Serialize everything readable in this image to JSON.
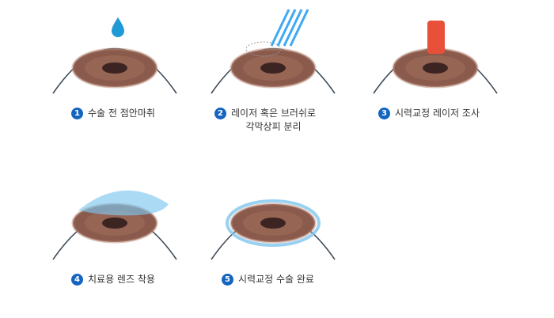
{
  "steps": [
    {
      "number": "1",
      "lines": [
        "수술 전 점안마취"
      ],
      "action": "eye-drop"
    },
    {
      "number": "2",
      "lines": [
        "레이저 혹은 브러쉬로",
        "각막상피 분리"
      ],
      "action": "laser-beams"
    },
    {
      "number": "3",
      "lines": [
        "시력교정 레이저 조사"
      ],
      "action": "laser-block"
    },
    {
      "number": "4",
      "lines": [
        "치료용 렌즈 착용"
      ],
      "action": "contact-lens"
    },
    {
      "number": "5",
      "lines": [
        "시력교정 수술 완료"
      ],
      "action": "healed-lens"
    }
  ],
  "colors": {
    "badge": "#1565c0",
    "iris": "#8a5a4c",
    "pupil": "#3b2422",
    "drop": "#1e9ad6",
    "beam": "#3fa9f5",
    "laser_block": "#e8503a",
    "lens": "#7ec6ee"
  }
}
